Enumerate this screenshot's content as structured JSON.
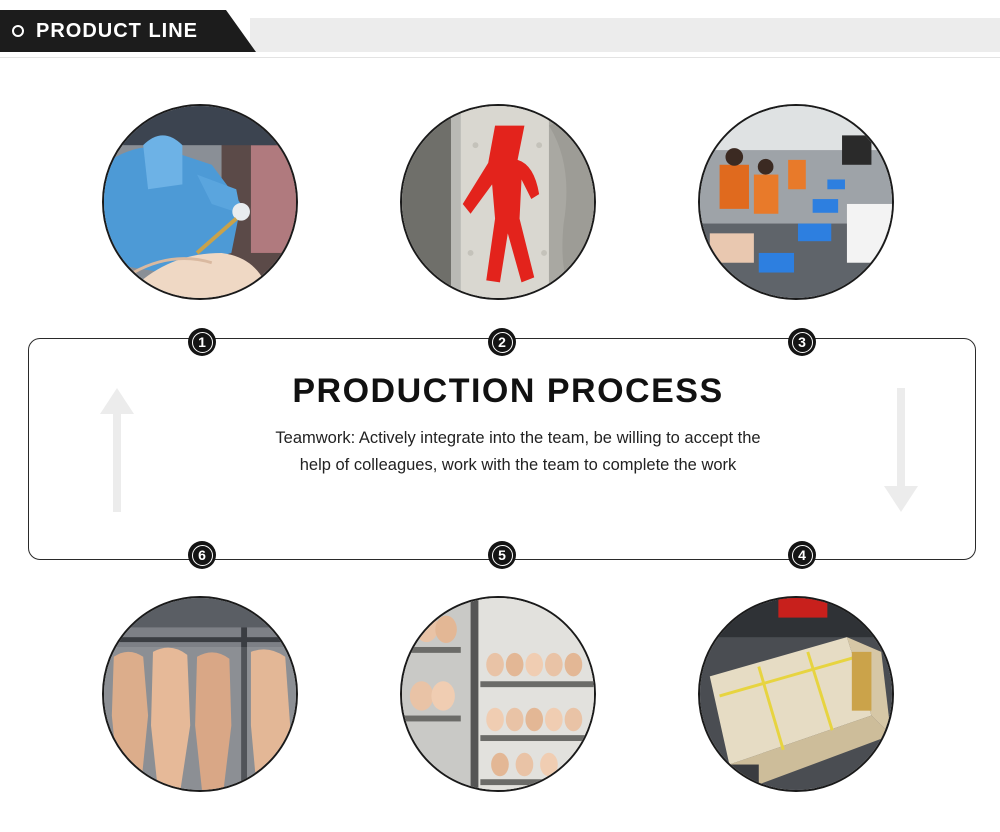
{
  "header": {
    "title": "PRODUCT LINE"
  },
  "process": {
    "title": "PRODUCTION PROCESS",
    "description": "Teamwork: Actively integrate into the team, be willing to accept the help of colleagues, work with the team to complete the work"
  },
  "steps": [
    {
      "number": "1"
    },
    {
      "number": "2"
    },
    {
      "number": "3"
    },
    {
      "number": "4"
    },
    {
      "number": "5"
    },
    {
      "number": "6"
    }
  ],
  "icons": {
    "header": "ring-bullet-icon",
    "left_arrow": "arrow-up-icon",
    "right_arrow": "arrow-down-icon"
  }
}
